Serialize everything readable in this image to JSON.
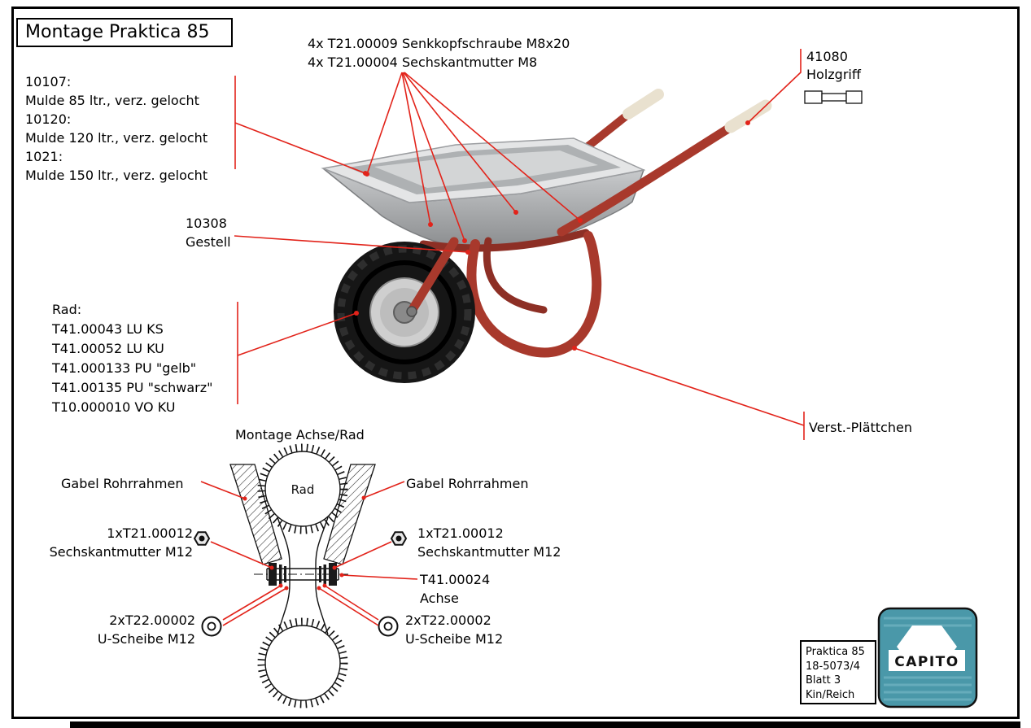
{
  "title": "Montage Praktica 85",
  "callouts": {
    "screws": [
      "4x T21.00009 Senkkopfschraube M8x20",
      "4x T21.00004 Sechskantmutter M8"
    ],
    "holzgriff": [
      "41080",
      "Holzgriff"
    ],
    "mulde": [
      "10107:",
      "Mulde 85 ltr., verz. gelocht",
      "10120:",
      "Mulde 120 ltr., verz. gelocht",
      "1021:",
      "Mulde 150 ltr., verz. gelocht"
    ],
    "gestell": [
      "10308",
      "Gestell"
    ],
    "rad": [
      "Rad:",
      "T41.00043 LU KS",
      "T41.00052 LU KU",
      "T41.000133 PU \"gelb\"",
      "T41.00135 PU \"schwarz\"",
      "T10.000010 VO KU"
    ],
    "verst_plaettchen": "Verst.-Plättchen"
  },
  "detail": {
    "title": "Montage Achse/Rad",
    "wheel_label": "Rad",
    "gabel_left": "Gabel Rohrrahmen",
    "gabel_right": "Gabel Rohrrahmen",
    "mutter_left": [
      "1xT21.00012",
      "Sechskantmutter M12"
    ],
    "mutter_right": [
      "1xT21.00012",
      "Sechskantmutter M12"
    ],
    "achse": [
      "T41.00024",
      "Achse"
    ],
    "scheibe_left": [
      "2xT22.00002",
      "U-Scheibe M12"
    ],
    "scheibe_right": [
      "2xT22.00002",
      "U-Scheibe M12"
    ]
  },
  "titleblock": {
    "lines": [
      "Praktica 85",
      "18-5073/4",
      "Blatt 3",
      "Kin/Reich"
    ],
    "logo_text": "CAPITO"
  },
  "colors": {
    "leader_red": "#e2231a",
    "frame_red": "#a8392c",
    "logo_teal": "#4a98a9",
    "galvanized_gray": "#c7c9cb"
  }
}
